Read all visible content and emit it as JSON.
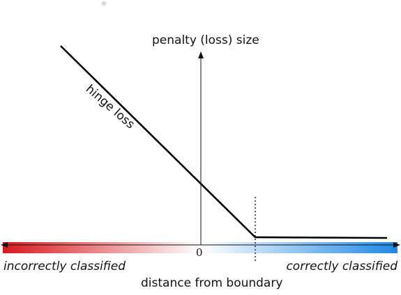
{
  "labels": {
    "y_axis": "penalty (loss) size",
    "x_axis": "distance from boundary",
    "curve": "hinge loss",
    "origin": "0",
    "left_region": "incorrectly classified",
    "right_region": "correctly classified"
  },
  "colors": {
    "incorrect": "#d7191c",
    "correct": "#1e88e5",
    "line": "#000000",
    "axis": "#111111",
    "dot": "#d9d9d9"
  }
}
